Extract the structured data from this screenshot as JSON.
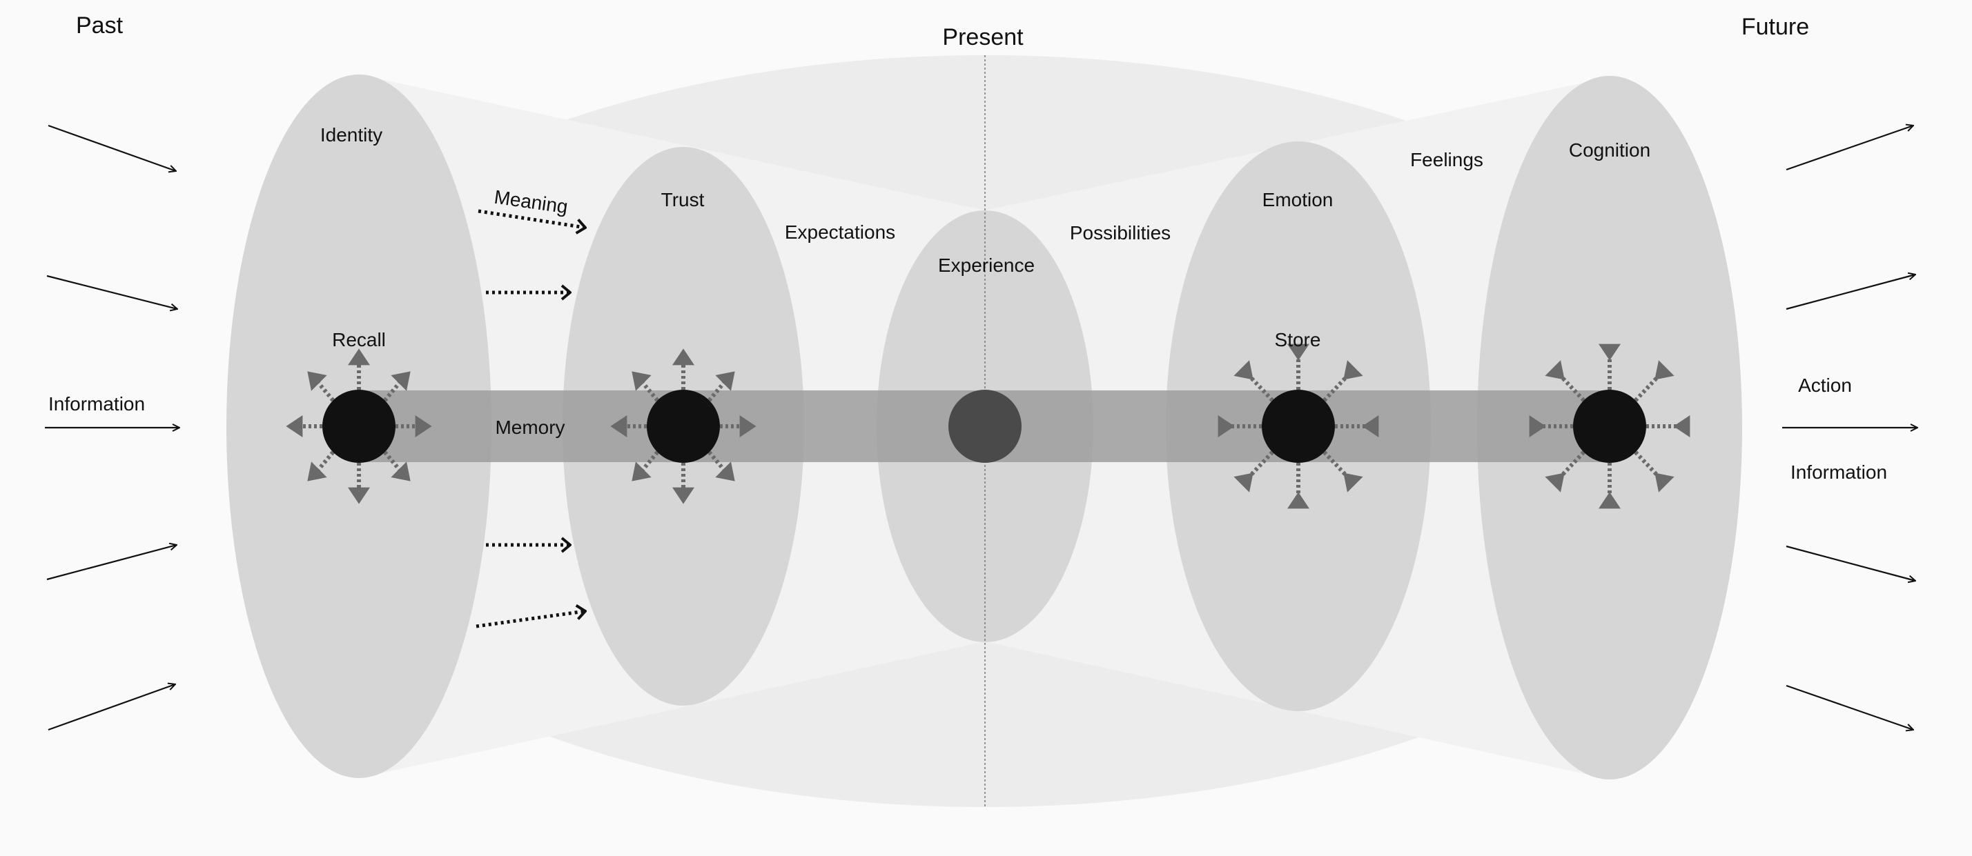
{
  "time_labels": {
    "past": "Past",
    "present": "Present",
    "future": "Future"
  },
  "concepts": {
    "identity": "Identity",
    "trust": "Trust",
    "experience": "Experience",
    "emotion": "Emotion",
    "cognition": "Cognition",
    "meaning": "Meaning",
    "expectations": "Expectations",
    "possibilities": "Possibilities",
    "feelings": "Feelings",
    "recall": "Recall",
    "memory": "Memory",
    "store": "Store"
  },
  "flow_labels": {
    "information_in": "Information",
    "action": "Action",
    "information_out": "Information"
  },
  "colors": {
    "background": "#fafafa",
    "outer_envelope": "#ececec",
    "cone": "#f2f2f2",
    "ellipse": "#d6d6d6",
    "memory_band": "#9e9e9e",
    "node": "#111111",
    "present_node": "#4a4a4a",
    "burst": "#6a6a6a"
  }
}
